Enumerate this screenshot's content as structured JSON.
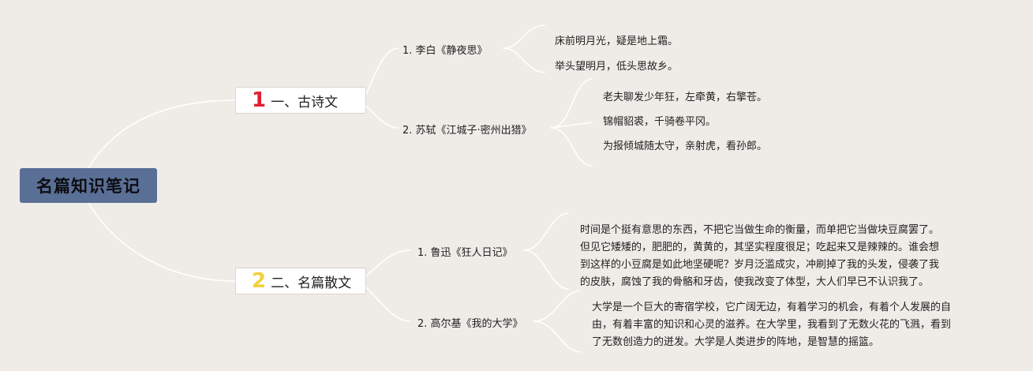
{
  "root": {
    "label": "名篇知识笔记"
  },
  "topics": [
    {
      "number": "1",
      "label": "一、古诗文",
      "color": "#e0202e",
      "children": [
        {
          "label": "1. 李白《静夜思》",
          "lines": [
            "床前明月光，疑是地上霜。",
            "举头望明月，低头思故乡。"
          ]
        },
        {
          "label": "2. 苏轼《江城子·密州出猎》",
          "lines": [
            "老夫聊发少年狂，左牵黄，右擎苍。",
            "锦帽貂裘，千骑卷平冈。",
            "为报倾城随太守，亲射虎，看孙郎。"
          ]
        }
      ]
    },
    {
      "number": "2",
      "label": "二、名篇散文",
      "color": "#f2cf3d",
      "children": [
        {
          "label": "1. 鲁迅《狂人日记》",
          "lines": [
            "时间是个挺有意思的东西，不把它当做生命的衡量，而单把它当做块豆腐罢了。",
            "但见它矮矮的，肥肥的，黄黄的，其坚实程度很足；吃起来又是辣辣的。谁会想",
            "到这样的小豆腐是如此地坚硬呢？岁月泛滥成灾，冲刷掉了我的头发，侵袭了我",
            "的皮肤，腐蚀了我的骨骼和牙齿，使我改变了体型，大人们早已不认识我了。"
          ]
        },
        {
          "label": "2. 高尔基《我的大学》",
          "lines": [
            "大学是一个巨大的寄宿学校，它广阔无边，有着学习的机会，有着个人发展的自",
            "由，有着丰富的知识和心灵的滋养。在大学里，我看到了无数火花的飞溅，看到",
            "了无数创造力的迸发。大学是人类进步的阵地，是智慧的摇篮。"
          ]
        }
      ]
    }
  ]
}
